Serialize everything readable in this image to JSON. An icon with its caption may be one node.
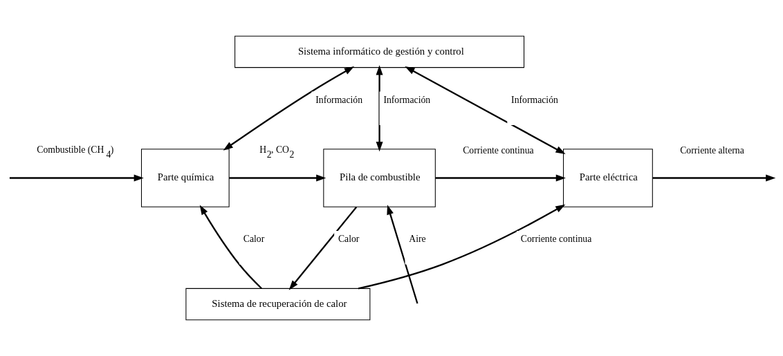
{
  "diagram": {
    "nodes": [
      {
        "text": [
          "Sistema informático de gestión y control"
        ]
      },
      {
        "text": [
          "Parte química"
        ]
      },
      {
        "text": [
          "Pila de combustible"
        ]
      },
      {
        "text": [
          "Parte eléctrica"
        ]
      },
      {
        "text": [
          "Sistema de recuperación de calor"
        ]
      }
    ],
    "edges": [
      {
        "from": null,
        "to": 1,
        "arrow": "to",
        "label": "Combustible (CH$_{4}$)"
      },
      {
        "from": 0,
        "to": 1,
        "arrow": "both",
        "label": "Información"
      },
      {
        "from": 0,
        "to": 2,
        "arrow": "both",
        "label": "Información"
      },
      {
        "from": 0,
        "to": 3,
        "arrow": "both",
        "label": "Información"
      },
      {
        "from": 1,
        "to": 2,
        "arrow": "to",
        "label": "H$_{2}$, CO$_{2}$"
      },
      {
        "from": 2,
        "to": 3,
        "arrow": "to",
        "label": "Corriente continua"
      },
      {
        "from": 3,
        "to": null,
        "arrow": "to",
        "label": "Corriente alterna"
      },
      {
        "from": 4,
        "to": 1,
        "arrow": "to",
        "label": "Calor"
      },
      {
        "from": 2,
        "to": 4,
        "arrow": "to",
        "label": "Calor"
      },
      {
        "from": null,
        "to": 2,
        "arrow": "to",
        "label": "Aire"
      },
      {
        "from": 4,
        "to": 3,
        "arrow": "to",
        "label": "Corriente continua"
      }
    ]
  }
}
